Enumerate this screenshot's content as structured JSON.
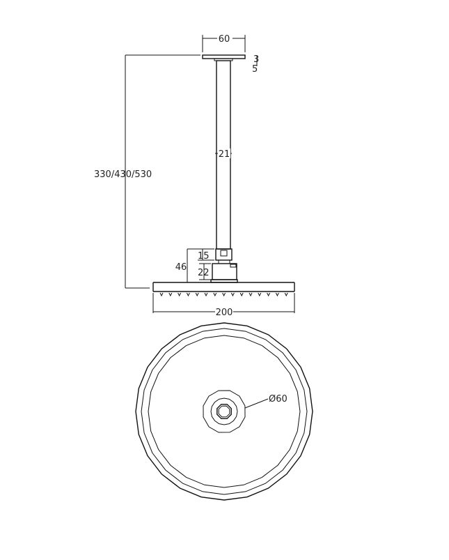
{
  "dimensions": {
    "plate_width": "60",
    "plate_thickness_top": "3",
    "plate_thickness": "5",
    "arm_diameter": "21",
    "arm_length": "330/430/530",
    "connector_total": "46",
    "nut_height": "15",
    "body_height": "22",
    "head_width": "200",
    "center_diameter": "Ø60"
  },
  "colors": {
    "line": "#111111",
    "background": "#ffffff"
  }
}
